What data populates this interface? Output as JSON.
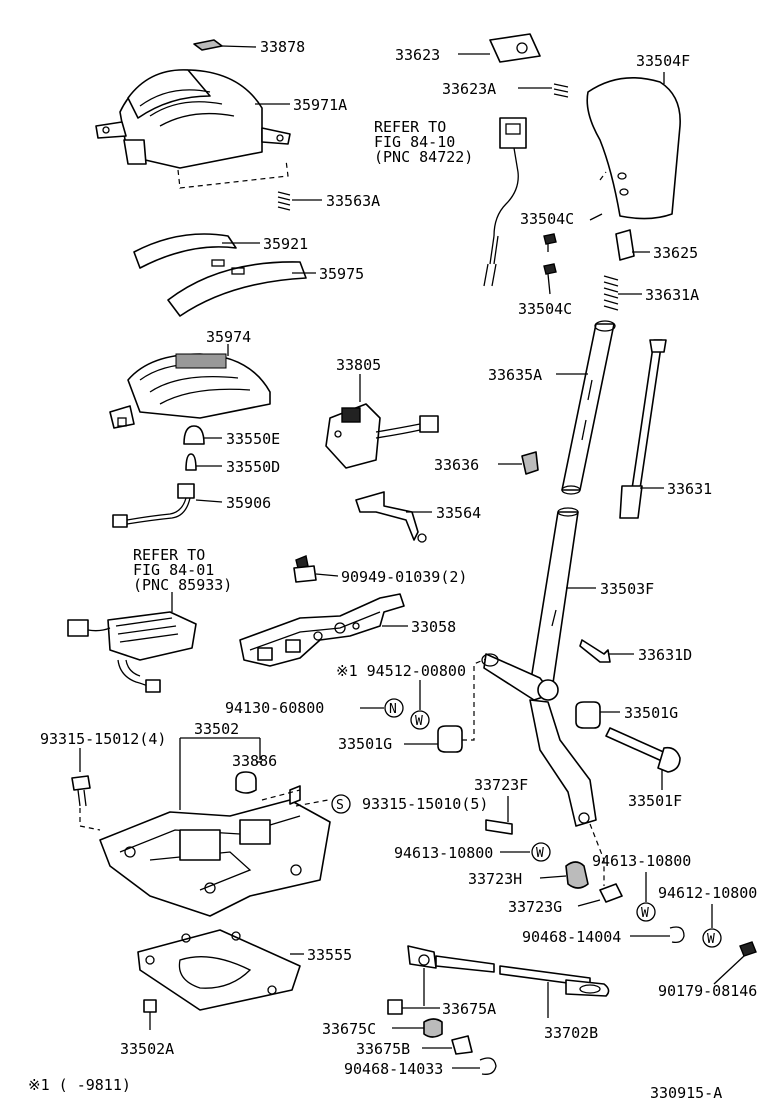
{
  "parts": {
    "p33878": "33878",
    "p35971A": "35971A",
    "p33563A": "33563A",
    "p35921": "35921",
    "p35975": "35975",
    "p35974": "35974",
    "p33550E": "33550E",
    "p33550D": "33550D",
    "p35906": "35906",
    "p33623": "33623",
    "p33623A": "33623A",
    "p33504F": "33504F",
    "p33504C_a": "33504C",
    "p33504C_b": "33504C",
    "p33625": "33625",
    "p33631A": "33631A",
    "p33635A": "33635A",
    "p33805": "33805",
    "p33636": "33636",
    "p33631": "33631",
    "p33564": "33564",
    "p90949": "90949-01039(2)",
    "p33503F": "33503F",
    "p33058": "33058",
    "p33631D": "33631D",
    "p94512": "※1 94512-00800",
    "p94130": "94130-60800",
    "p33501G_r": "33501G",
    "p33501G_l": "33501G",
    "p93315_15012": "93315-15012(4)",
    "p33502": "33502",
    "p33886": "33886",
    "p33501F": "33501F",
    "p33723F": "33723F",
    "p93315_15010": "93315-15010(5)",
    "p94613_a": "94613-10800",
    "p94613_b": "94613-10800",
    "p33723H": "33723H",
    "p33723G": "33723G",
    "p94612": "94612-10800",
    "p90468_14004": "90468-14004",
    "p33555": "33555",
    "p33675A": "33675A",
    "p33702B": "33702B",
    "p90179": "90179-08146",
    "p33675C": "33675C",
    "p33502A": "33502A",
    "p33675B": "33675B",
    "p90468_14033": "90468-14033"
  },
  "refs": {
    "ref1_line1": "REFER TO",
    "ref1_line2": "FIG 84-10",
    "ref1_line3": "(PNC 84722)",
    "ref2_line1": "REFER TO",
    "ref2_line2": "FIG 84-01",
    "ref2_line3": "(PNC 85933)"
  },
  "symbols": {
    "N": "N",
    "W": "W",
    "S": "S"
  },
  "footnote": "※1 (     -9811)",
  "figure_id": "330915-A"
}
